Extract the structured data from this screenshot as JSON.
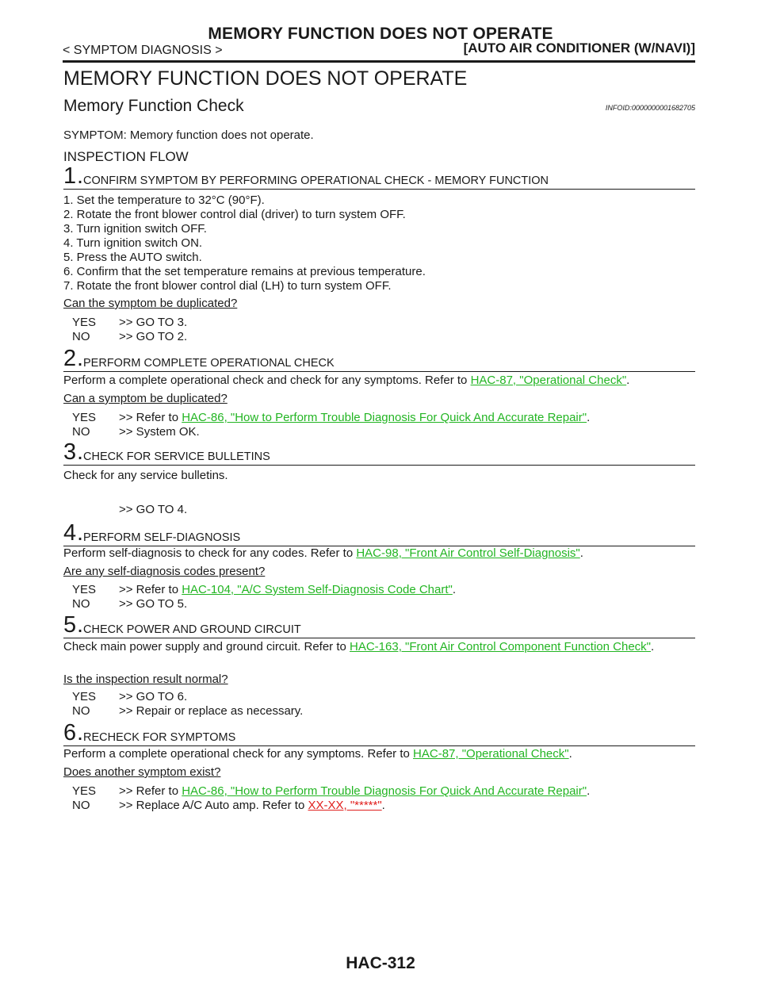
{
  "header": {
    "title": "MEMORY FUNCTION DOES NOT OPERATE",
    "section": "< SYMPTOM DIAGNOSIS >",
    "system": "[AUTO AIR CONDITIONER (W/NAVI)]"
  },
  "page_heading": "MEMORY FUNCTION DOES NOT OPERATE",
  "section_heading": "Memory Function Check",
  "info_id": "INFOID:0000000001682705",
  "symptom": "SYMPTOM: Memory function does not operate.",
  "flow_title": "INSPECTION FLOW",
  "steps": [
    {
      "num": "1",
      "title": "CONFIRM SYMPTOM BY PERFORMING OPERATIONAL CHECK - MEMORY FUNCTION",
      "items": [
        "1. Set the temperature to 32°C (90°F).",
        "2. Rotate the front blower control dial (driver) to turn system OFF.",
        "3. Turn ignition switch OFF.",
        "4. Turn ignition switch ON.",
        "5. Press the AUTO switch.",
        "6. Confirm that the set temperature remains at previous temperature.",
        "7. Rotate the front blower control dial (LH) to turn system OFF."
      ],
      "question": "Can the symptom be duplicated?",
      "yes_label": "YES",
      "yes_text": ">> GO TO 3.",
      "no_label": "NO",
      "no_text": ">> GO TO 2."
    },
    {
      "num": "2",
      "title": "PERFORM COMPLETE OPERATIONAL CHECK",
      "body_prefix": "Perform a complete operational check and check for any symptoms. Refer to ",
      "body_link": "HAC-87, \"Operational Check\"",
      "body_suffix": ".",
      "question": "Can a symptom be duplicated?",
      "yes_label": "YES",
      "yes_prefix": ">> Refer to ",
      "yes_link": "HAC-86, \"How to Perform Trouble Diagnosis For Quick And Accurate Repair\"",
      "yes_suffix": ".",
      "no_label": "NO",
      "no_text": ">> System OK."
    },
    {
      "num": "3",
      "title": "CHECK FOR SERVICE BULLETINS",
      "body": "Check for any service bulletins.",
      "next": ">> GO TO 4."
    },
    {
      "num": "4",
      "title": "PERFORM SELF-DIAGNOSIS",
      "body_prefix": "Perform self-diagnosis to check for any codes. Refer to ",
      "body_link": "HAC-98, \"Front Air Control Self-Diagnosis\"",
      "body_suffix": ".",
      "question": "Are any self-diagnosis codes present?",
      "yes_label": "YES",
      "yes_prefix": ">> Refer to ",
      "yes_link": "HAC-104, \"A/C System Self-Diagnosis Code Chart\"",
      "yes_suffix": ".",
      "no_label": "NO",
      "no_text": ">> GO TO 5."
    },
    {
      "num": "5",
      "title": "CHECK POWER AND GROUND CIRCUIT",
      "body_prefix": "Check main power supply and ground circuit. Refer to ",
      "body_link": "HAC-163, \"Front Air Control Component Function Check\"",
      "body_suffix": ".",
      "question": "Is the inspection result normal?",
      "yes_label": "YES",
      "yes_text": ">> GO TO 6.",
      "no_label": "NO",
      "no_text": ">> Repair or replace as necessary."
    },
    {
      "num": "6",
      "title": "RECHECK FOR SYMPTOMS",
      "body_prefix": "Perform a complete operational check for any symptoms. Refer to ",
      "body_link": "HAC-87, \"Operational Check\"",
      "body_suffix": ".",
      "question": "Does another symptom exist?",
      "yes_label": "YES",
      "yes_prefix": ">> Refer to ",
      "yes_link": "HAC-86, \"How to Perform Trouble Diagnosis For Quick And Accurate Repair\"",
      "yes_suffix": ".",
      "no_label": "NO",
      "no_prefix": ">> Replace A/C Auto amp. Refer to ",
      "no_link": "XX-XX, \"*****\"",
      "no_suffix": "."
    }
  ],
  "footer": "HAC-312",
  "colors": {
    "link": "#23b523",
    "link_missing": "#e0201e",
    "text": "#1a1a1a"
  }
}
